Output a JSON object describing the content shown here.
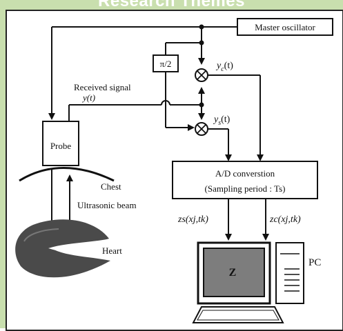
{
  "header": {
    "title": "Research  Themes"
  },
  "diagram": {
    "master_oscillator": "Master oscillator",
    "phase_shift": "π/2",
    "received_signal": "Received signal",
    "received_signal_var": "y(t)",
    "yc_label": "y",
    "yc_sub": "c",
    "yc_arg": "(t)",
    "ys_label": "y",
    "ys_sub": "s",
    "ys_arg": "(t)",
    "probe": "Probe",
    "ad_line1": "A/D converstion",
    "ad_line2": "(Sampling period : Ts)",
    "chest": "Chest",
    "ultrasonic_beam": "Ultrasonic beam",
    "heart": "Heart",
    "zs_output": "zs(xj,tk)",
    "zc_output": "zc(xj,tk)",
    "monitor_letter": "Z",
    "pc": "PC"
  },
  "colors": {
    "frame": "#c9dfae",
    "screen": "#7d7d7d",
    "ink": "#111111"
  }
}
